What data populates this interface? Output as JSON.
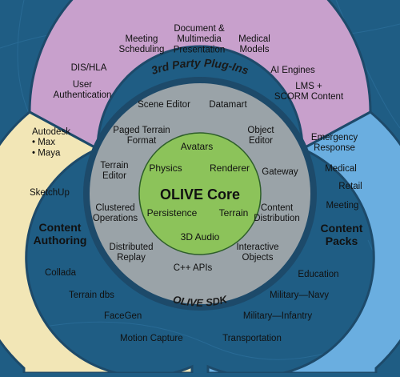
{
  "colors": {
    "background": "#1f5d84",
    "plugins_ring": "#c8a0cc",
    "authoring_segment": "#f2e6b6",
    "packs_segment": "#6aaee0",
    "sdk_ring": "#9aa3a8",
    "core": "#8cc35a",
    "ring_border": "#1d4a6a"
  },
  "plugins": {
    "title": "3rd Party Plug-Ins",
    "items": [
      "Meeting\nScheduling",
      "Document &\nMultimedia\nPresentation",
      "Medical\nModels",
      "DIS/HLA",
      "AI Engines",
      "User\nAuthentication",
      "LMS +\nSCORM Content"
    ]
  },
  "authoring": {
    "title": "Content\nAuthoring",
    "items": [
      "Autodesk\n• Max\n• Maya",
      "SketchUp",
      "Collada",
      "Terrain dbs",
      "FaceGen",
      "Motion Capture"
    ]
  },
  "packs": {
    "title": "Content\nPacks",
    "items": [
      "Emergency\nResponse",
      "Medical",
      "Retail",
      "Meeting",
      "Education",
      "Military—Navy",
      "Military—Infantry",
      "Transportation"
    ]
  },
  "sdk": {
    "title": "OLIVE SDK",
    "items": [
      "Scene Editor",
      "Datamart",
      "Paged Terrain\nFormat",
      "Object\nEditor",
      "Terrain\nEditor",
      "Gateway",
      "Clustered\nOperations",
      "Content\nDistribution",
      "Distributed\nReplay",
      "Interactive\nObjects",
      "C++ APIs"
    ]
  },
  "core": {
    "title": "OLIVE Core",
    "items": [
      "Avatars",
      "Physics",
      "Renderer",
      "Persistence",
      "Terrain",
      "3D Audio"
    ]
  }
}
